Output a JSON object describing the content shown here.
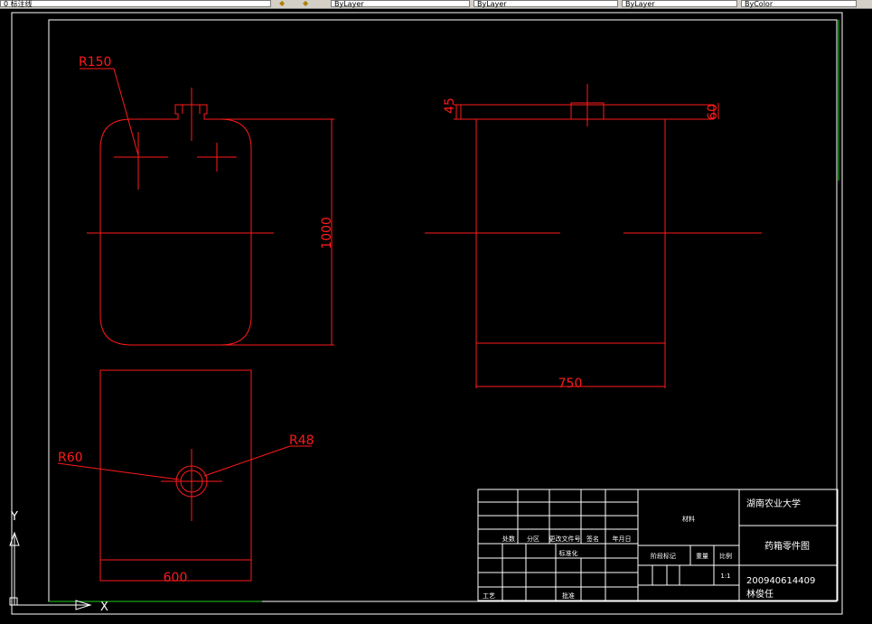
{
  "toolbar": {
    "layer_combo": "0 标注线",
    "color_combo": "ByLayer",
    "linetype_combo": "ByLayer",
    "lineweight_combo": "ByLayer",
    "plot_combo": "ByColor",
    "icons": [
      "layer-state-icon",
      "layer-prev-icon"
    ]
  },
  "drawing": {
    "dims": {
      "r150": "R150",
      "h1000": "1000",
      "d45": "45",
      "d60": "60",
      "w750": "750",
      "r60": "R60",
      "r48": "R48",
      "w600": "600"
    },
    "ucs": {
      "y_label": "Y",
      "x_label": "X"
    }
  },
  "title_block": {
    "headers": [
      "处数",
      "分区",
      "更改文件号",
      "签名",
      "年月日"
    ],
    "std": "标准化",
    "material": "材料",
    "stage": "阶段标记",
    "weight": "重量",
    "ratio_label": "比例",
    "ratio_value": "1:1",
    "craft": "工艺",
    "approve": "批准",
    "school": "湖南农业大学",
    "part_name": "药箱零件图",
    "student_id": "200940614409",
    "student_name": "林俊任"
  }
}
